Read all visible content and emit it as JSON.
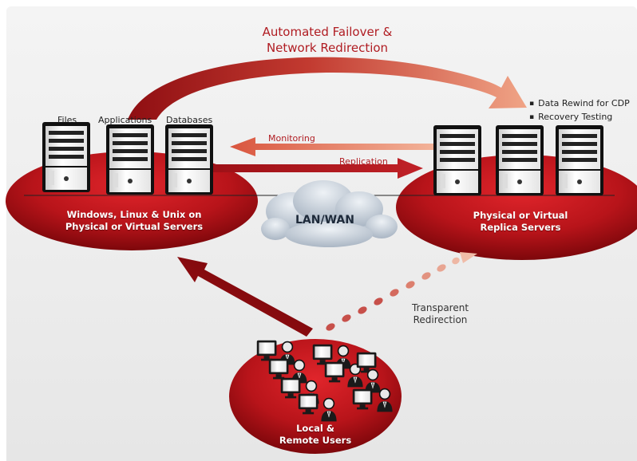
{
  "title": {
    "line1": "Automated Failover &",
    "line2": "Network Redirection"
  },
  "server_labels": {
    "files": "Files",
    "applications": "Applications",
    "databases": "Databases"
  },
  "replica_notes": [
    "Data Rewind for CDP",
    "Recovery Testing"
  ],
  "arrows": {
    "monitoring": "Monitoring",
    "replication": "Replication"
  },
  "primary_site": {
    "line1": "Windows, Linux & Unix on",
    "line2": "Physical or Virtual Servers"
  },
  "replica_site": {
    "line1": "Physical or Virtual",
    "line2": "Replica Servers"
  },
  "network": {
    "label": "LAN/WAN"
  },
  "redirection": {
    "line1": "Transparent",
    "line2": "Redirection"
  },
  "users": {
    "line1": "Local &",
    "line2": "Remote Users"
  },
  "colors": {
    "brand_red": "#b01c22",
    "dark_red": "#7a0a0f",
    "orange_arrow": "#e8896a",
    "cloud": "#c9d2dc"
  }
}
